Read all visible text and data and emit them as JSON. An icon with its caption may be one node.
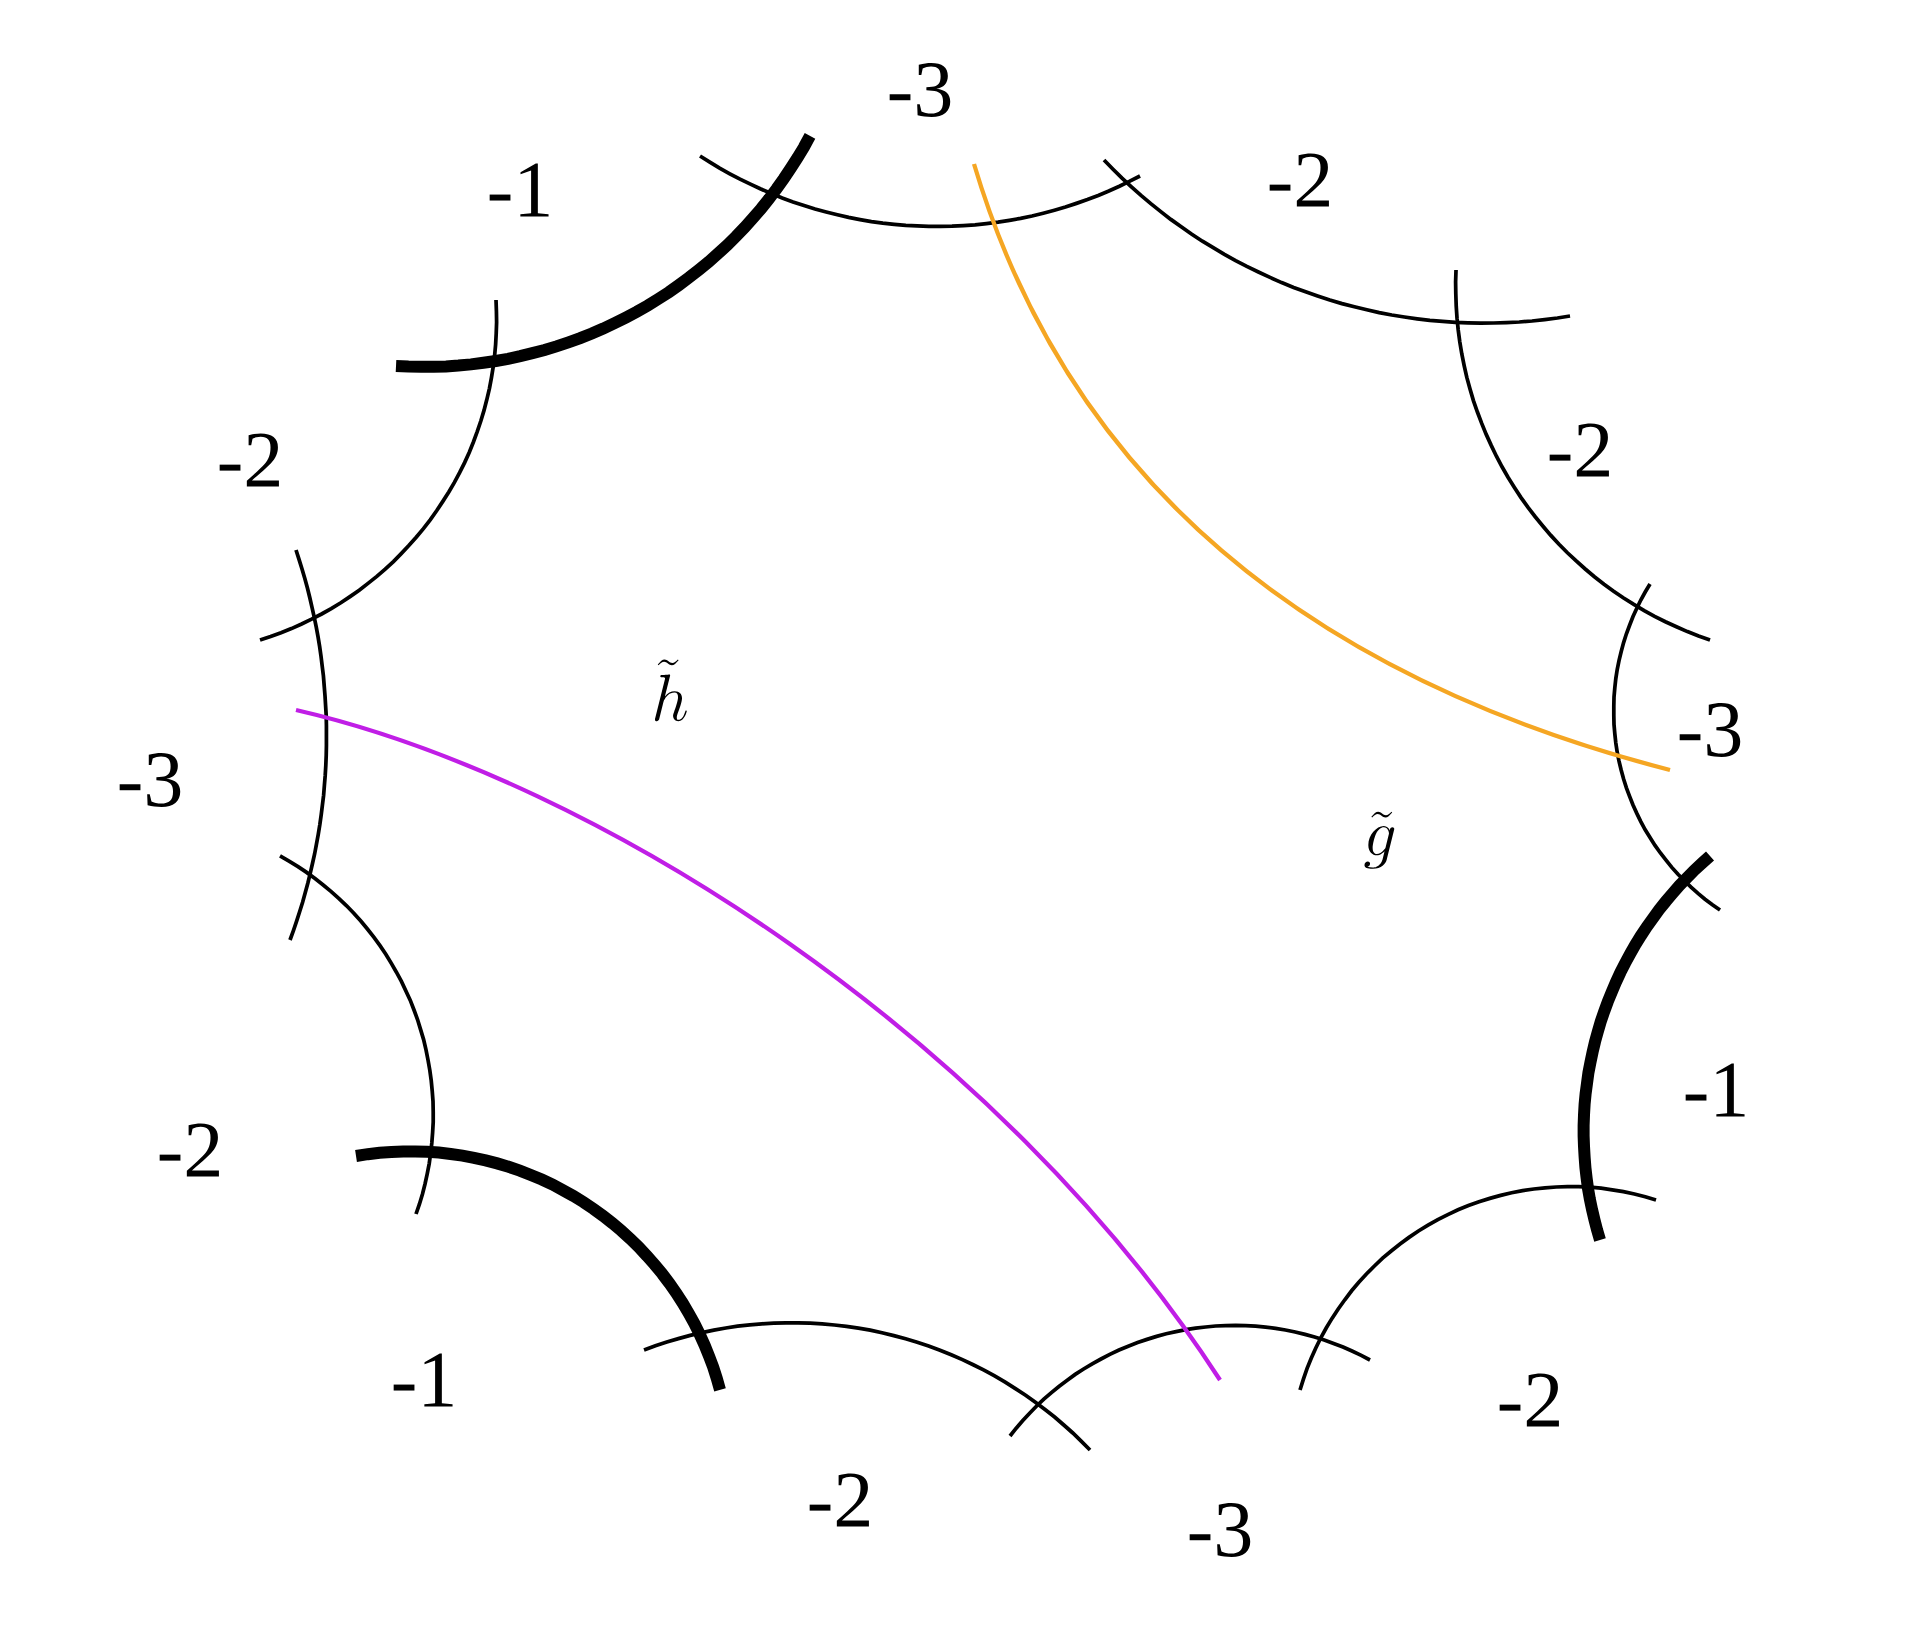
{
  "diagram": {
    "nodes": [
      {
        "text": [
          "-3"
        ]
      },
      {
        "text": [
          "-2"
        ]
      },
      {
        "text": [
          "-2"
        ]
      },
      {
        "text": [
          "-3"
        ]
      },
      {
        "text": [
          "-1"
        ]
      },
      {
        "text": [
          "-2"
        ]
      },
      {
        "text": [
          "-3"
        ]
      },
      {
        "text": [
          "-2"
        ]
      },
      {
        "text": [
          "-1"
        ]
      },
      {
        "text": [
          "-2"
        ]
      },
      {
        "text": [
          "-3"
        ]
      },
      {
        "text": [
          "-2"
        ]
      },
      {
        "text": [
          "-1"
        ]
      }
    ],
    "edges": [
      {
        "from": 0,
        "to": 3,
        "arrow": "none",
        "color": "#f5a623"
      },
      {
        "from": 10,
        "to": 6,
        "arrow": "none",
        "color": "#c01ee6"
      }
    ],
    "labels": [
      "\\tilde{h}",
      "\\tilde{g}"
    ]
  }
}
